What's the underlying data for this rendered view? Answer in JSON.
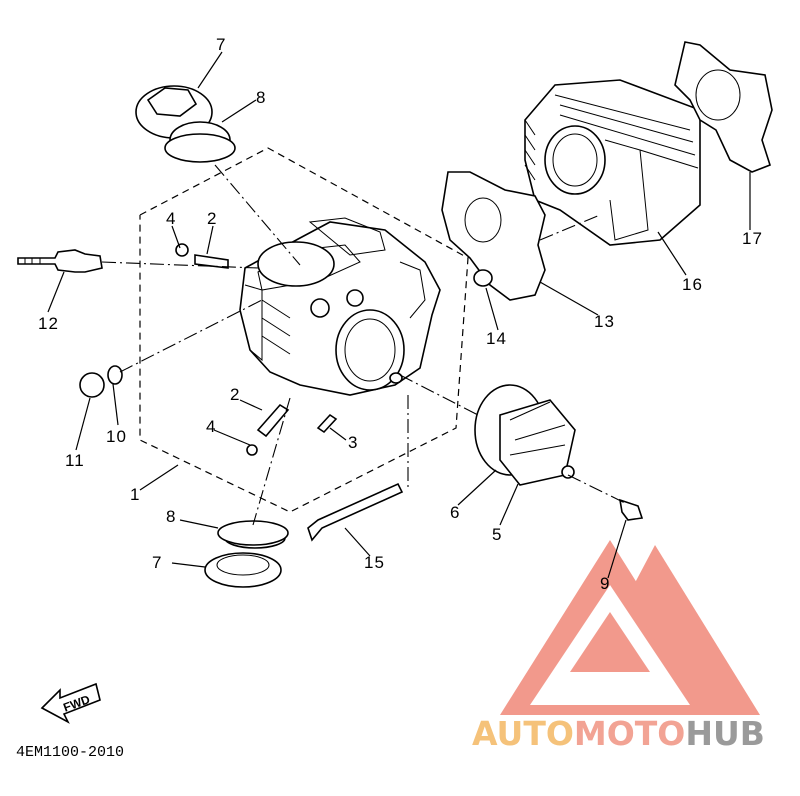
{
  "diagram": {
    "callouts": {
      "c1": "1",
      "c2a": "2",
      "c2b": "2",
      "c3": "3",
      "c4a": "4",
      "c4b": "4",
      "c5": "5",
      "c6": "6",
      "c7a": "7",
      "c7b": "7",
      "c8a": "8",
      "c8b": "8",
      "c9": "9",
      "c10": "10",
      "c11": "11",
      "c12": "12",
      "c13": "13",
      "c14": "14",
      "c15": "15",
      "c16": "16",
      "c17": "17"
    },
    "fwd_label": "FWD",
    "drawing_code": "4EM1100-2010"
  },
  "watermark": {
    "auto": "AUTO",
    "moto": "MOTO",
    "hub": "HUB",
    "colors": {
      "auto": "#f5c27a",
      "moto": "#f2a394",
      "hub": "#9a9a9a",
      "triangle": "#f08878"
    }
  }
}
